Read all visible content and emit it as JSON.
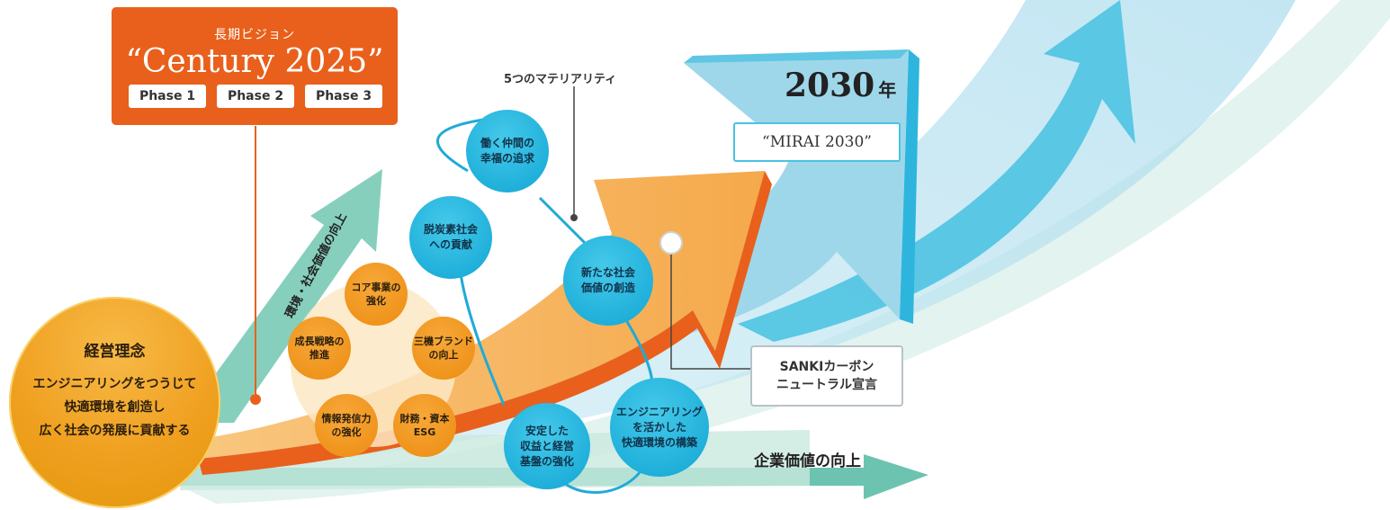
{
  "century": {
    "subtitle": "長期ビジョン",
    "title": "“Century 2025”",
    "phases": [
      "Phase 1",
      "Phase 2",
      "Phase 3"
    ]
  },
  "philosophy": {
    "title": "経営理念",
    "lines": [
      "エンジニアリングをつうじて",
      "快適環境を創造し",
      "広く社会の発展に貢献する"
    ]
  },
  "core_items": [
    {
      "line1": "コア事業の",
      "line2": "強化"
    },
    {
      "line1": "三機ブランド",
      "line2": "の向上"
    },
    {
      "line1": "財務・資本",
      "line2": "ESG"
    },
    {
      "line1": "情報発信力",
      "line2": "の強化"
    },
    {
      "line1": "成長戦略の",
      "line2": "推進"
    }
  ],
  "materiality": {
    "label": "5つのマテリアリティ",
    "items": [
      {
        "line1": "働く仲間の",
        "line2": "幸福の追求",
        "line3": ""
      },
      {
        "line1": "脱炭素社会",
        "line2": "への貢献",
        "line3": ""
      },
      {
        "line1": "新たな社会",
        "line2": "価値の創造",
        "line3": ""
      },
      {
        "line1": "安定した",
        "line2": "収益と経営",
        "line3": "基盤の強化"
      },
      {
        "line1": "エンジニアリング",
        "line2": "を活かした",
        "line3": "快適環境の構築"
      }
    ]
  },
  "year": {
    "number": "2030",
    "unit": "年"
  },
  "mirai": "“MIRAI 2030”",
  "sanki": {
    "line1": "SANKIカーボン",
    "line2": "ニュートラル宣言"
  },
  "env_value": "環境・社会価値の向上",
  "corp_value": "企業価値の向上",
  "colors": {
    "orange": "#e8601c",
    "light_orange": "#f5b25e",
    "gold": "#f0a020",
    "blue": "#1aaedb",
    "light_blue": "#a7ddee",
    "teal": "#7ccbb6"
  }
}
